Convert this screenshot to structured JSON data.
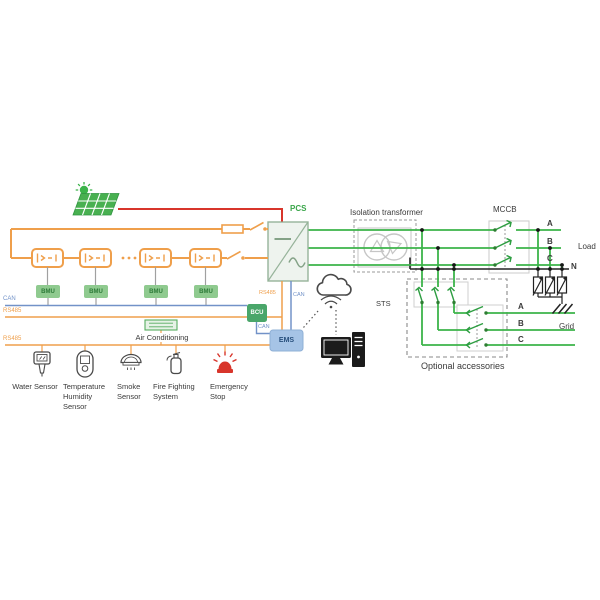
{
  "colors": {
    "dc_line": "#ef9f4b",
    "pv_line": "#d8352b",
    "ac_phase_line": "#3cb44a",
    "can_bus": "#7292c8",
    "neutral_line": "#222222",
    "bmu_fill": "#8fca8f",
    "bcu_fill": "#4aa66a",
    "ems_fill": "#a6c4e6",
    "emergency_red": "#d8352b"
  },
  "pcs": {
    "label": "PCS"
  },
  "buses": {
    "can": "CAN",
    "rs485": "RS485"
  },
  "devices": {
    "bmu": "BMU",
    "bcu": "BCU",
    "ems": "EMS",
    "air_conditioning": "Air Conditioning"
  },
  "sensors": {
    "water": {
      "line1": "Water Sensor"
    },
    "temperature": {
      "line1": "Temperature",
      "line2": "Humidity",
      "line3": "Sensor"
    },
    "smoke": {
      "line1": "Smoke",
      "line2": "Sensor"
    },
    "fire": {
      "line1": "Fire Fighting",
      "line2": "System"
    },
    "emergency": {
      "line1": "Emergency",
      "line2": "Stop"
    }
  },
  "power": {
    "isolation_transformer": "Isolation transformer",
    "mccb": "MCCB",
    "sts": "STS",
    "optional_accessories": "Optional accessories",
    "load": "Load",
    "grid": "Grid",
    "neutral": "N",
    "load_phases": [
      "A",
      "B",
      "C"
    ],
    "grid_phases": [
      "A",
      "B",
      "C"
    ]
  }
}
